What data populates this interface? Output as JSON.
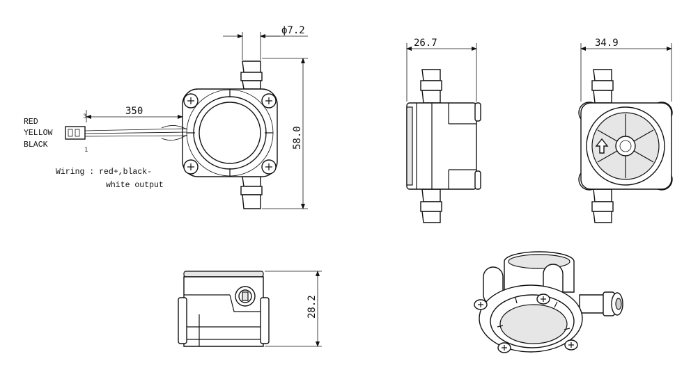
{
  "dimensions": {
    "inlet_diameter": "ϕ7.2",
    "cable_length": "350",
    "height": "58.0",
    "side_width": "26.7",
    "back_width": "34.9",
    "bottom_height": "28.2"
  },
  "wires": [
    "RED",
    "YELLOW",
    "BLACK"
  ],
  "pin_labels": [
    "3",
    "1"
  ],
  "wiring_note": {
    "line1": "Wiring : red+,black-",
    "line2": "white output"
  }
}
